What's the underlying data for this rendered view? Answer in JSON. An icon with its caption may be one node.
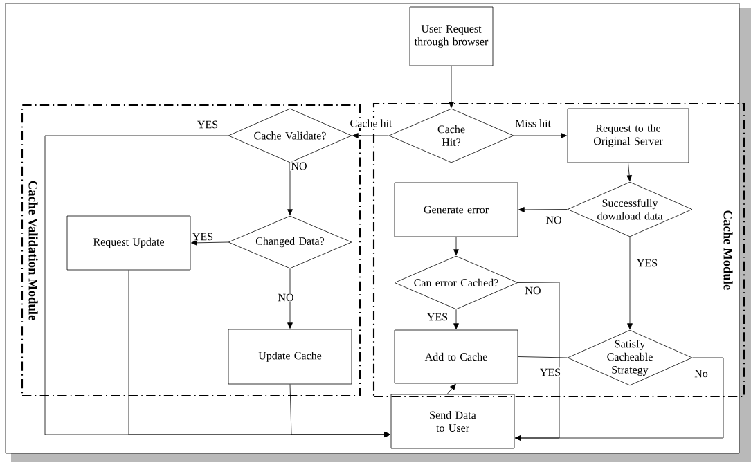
{
  "diagram": {
    "nodes": [
      {
        "text": [
          "User Request through browser"
        ]
      },
      {
        "text": [
          "Cache Validation Module"
        ]
      },
      {
        "text": [
          "Cache Module"
        ]
      },
      {
        "text": [
          "Cache Hit?"
        ],
        "in": 2
      },
      {
        "text": [
          "Cache Validate?"
        ],
        "in": 1
      },
      {
        "text": [
          "Request to the Original Server"
        ],
        "in": 2
      },
      {
        "text": [
          "Changed Data?"
        ],
        "in": 1
      },
      {
        "text": [
          "Request Update"
        ],
        "in": 1
      },
      {
        "text": [
          "Generate error"
        ],
        "in": 2
      },
      {
        "text": [
          "Successfully download data"
        ],
        "in": 2
      },
      {
        "text": [
          "Can error Cached?"
        ],
        "in": 2
      },
      {
        "text": [
          "Update Cache"
        ],
        "in": 1
      },
      {
        "text": [
          "Add to Cache"
        ],
        "in": 2
      },
      {
        "text": [
          "Satisfy Cacheable Strategy"
        ],
        "in": 2
      },
      {
        "text": [
          "Send Data to User"
        ]
      }
    ],
    "edges": [
      {
        "from": 0,
        "to": 3,
        "arrow": "to"
      },
      {
        "from": 3,
        "to": 4,
        "arrow": "to",
        "label": "Cache hit"
      },
      {
        "from": 3,
        "to": 5,
        "arrow": "to",
        "label": "Miss hit"
      },
      {
        "from": 4,
        "to": 14,
        "arrow": "to",
        "label": "YES"
      },
      {
        "from": 4,
        "to": 6,
        "arrow": "to",
        "label": "NO"
      },
      {
        "from": 6,
        "to": 7,
        "arrow": "to",
        "label": "YES"
      },
      {
        "from": 6,
        "to": 11,
        "arrow": "to",
        "label": "NO"
      },
      {
        "from": 7,
        "to": 14,
        "arrow": "to"
      },
      {
        "from": 11,
        "to": 14,
        "arrow": "to"
      },
      {
        "from": 5,
        "to": 9,
        "arrow": "to"
      },
      {
        "from": 9,
        "to": 8,
        "arrow": "to",
        "label": "NO"
      },
      {
        "from": 9,
        "to": 13,
        "arrow": "to",
        "label": "YES"
      },
      {
        "from": 8,
        "to": 10,
        "arrow": "to"
      },
      {
        "from": 10,
        "to": 12,
        "arrow": "to",
        "label": "YES"
      },
      {
        "from": 10,
        "to": 14,
        "arrow": "to",
        "label": "NO"
      },
      {
        "from": 13,
        "to": 12,
        "arrow": "none",
        "label": "YES"
      },
      {
        "from": 14,
        "to": 12,
        "arrow": "to"
      },
      {
        "from": 13,
        "to": 14,
        "arrow": "to",
        "label": "No"
      }
    ]
  }
}
